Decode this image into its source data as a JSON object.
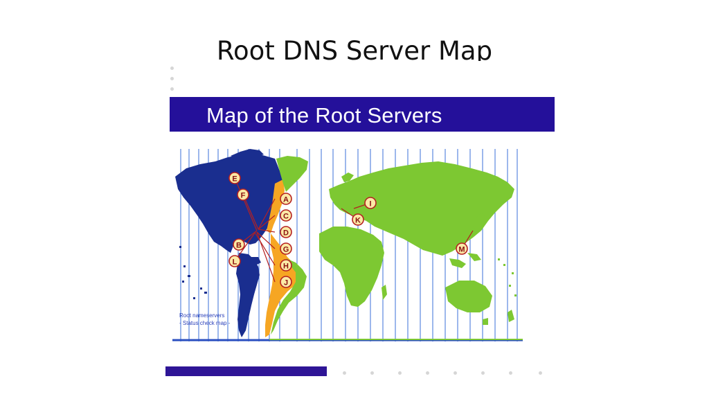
{
  "slide": {
    "title": "Root DNS Server Map"
  },
  "banner": {
    "text": "Map of the Root Servers",
    "color": "#24109a"
  },
  "map": {
    "legend_line1": "Root nameservers",
    "legend_line2": "- Status check map -",
    "colors": {
      "americas": "#1a2e8f",
      "rest_of_world": "#7dc832",
      "highlight": "#f6a623",
      "gridline": "#3a6fd8",
      "connector": "#b52020",
      "marker_fill": "#fbe9a6",
      "marker_ring": "#b52020"
    },
    "servers_americas": [
      "E",
      "F",
      "A",
      "C",
      "D",
      "B",
      "G",
      "L",
      "H",
      "J"
    ],
    "servers_world": [
      "I",
      "K",
      "M"
    ]
  }
}
